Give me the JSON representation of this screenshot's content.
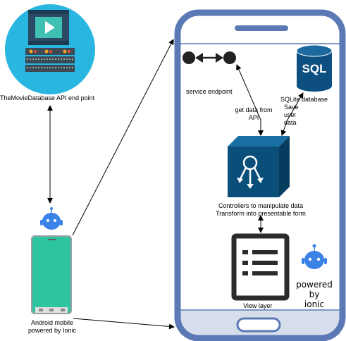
{
  "nodes": {
    "api": {
      "label": "TheMovieDatabase API end point",
      "icon": "video-server-icon"
    },
    "android": {
      "line1": "Android mobile",
      "line2": "powered by Ionic",
      "icon": "android-phone-icon"
    },
    "service": {
      "label": "service endpoint",
      "icon": "service-endpoint-icon"
    },
    "sqlite": {
      "label": "SQLite database",
      "icon_text": "SQL",
      "icon": "database-icon"
    },
    "controller": {
      "line1": "Controllers to manipulate data",
      "line2": "Transform into presentable form",
      "icon": "controller-cube-icon"
    },
    "view": {
      "label": "View layer",
      "icon": "list-icon"
    },
    "ionic": {
      "line1": "powered",
      "line2": "by",
      "line3": "ionic",
      "icon": "ionic-robot-icon"
    }
  },
  "edges": {
    "get_data": {
      "line1": "get data from",
      "line2": "API"
    },
    "save_data": {
      "line1": "Save",
      "line2": "user",
      "line3": "data"
    }
  },
  "colors": {
    "phone_frame": "#5b7ab5",
    "api_circle": "#29b6e0",
    "android_phone": "#2ec4a0",
    "controller": "#0a4f7a",
    "database": "#0d4f80",
    "robot": "#3b82e6"
  }
}
